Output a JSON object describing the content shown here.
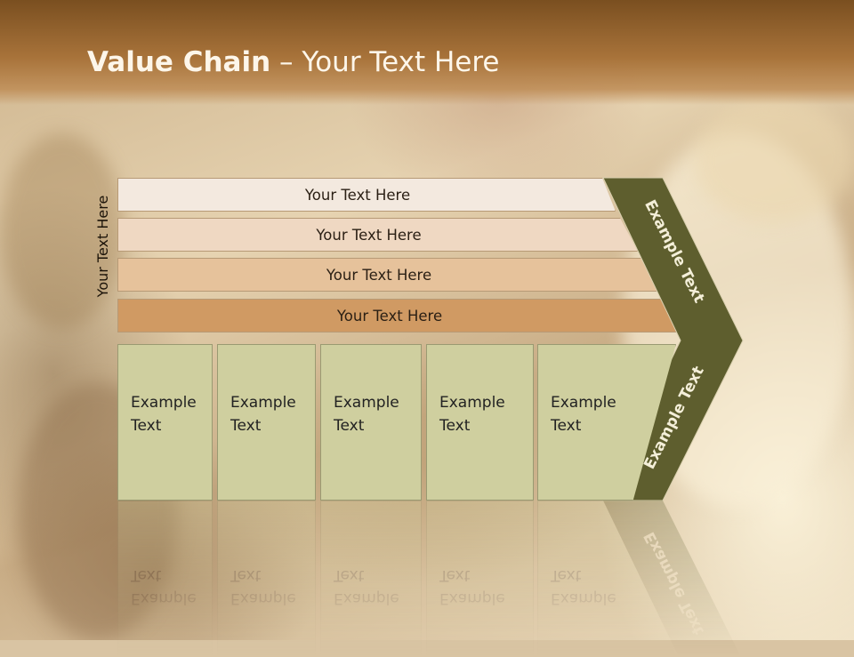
{
  "slide": {
    "title_bold": "Value Chain",
    "title_rest": " – Your Text Here",
    "side_label": "Your Text Here"
  },
  "rows": [
    {
      "label": "Your Text Here",
      "fill": "#f3e9df"
    },
    {
      "label": "Your Text Here",
      "fill": "#efd8c2"
    },
    {
      "label": "Your Text Here",
      "fill": "#e6c29b"
    },
    {
      "label": "Your Text Here",
      "fill": "#d09a63"
    }
  ],
  "columns": [
    {
      "line1": "Example",
      "line2": "Text"
    },
    {
      "line1": "Example",
      "line2": "Text"
    },
    {
      "line1": "Example",
      "line2": "Text"
    },
    {
      "line1": "Example",
      "line2": "Text"
    },
    {
      "line1": "Example",
      "line2": "Text"
    }
  ],
  "chevron": {
    "upper_label": "Example Text",
    "lower_label": "Example Text",
    "fill": "#5e5e2e"
  },
  "colors": {
    "header": "#9a6430",
    "cell": "#cfcf9f"
  }
}
